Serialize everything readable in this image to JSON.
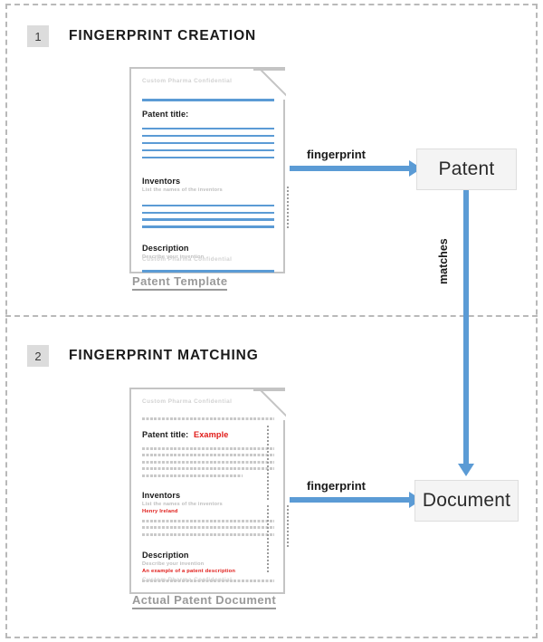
{
  "colors": {
    "accent_blue": "#5b9bd5",
    "red_highlight": "#e01b18",
    "caption_gray": "#9a9a9a",
    "badge_gray": "#dcdcdc",
    "frame_dash": "#b9b9b9",
    "box_fill": "#f4f4f4"
  },
  "sections": [
    {
      "number": "1",
      "title": "FINGERPRINT CREATION"
    },
    {
      "number": "2",
      "title": "FINGERPRINT MATCHING"
    }
  ],
  "template_doc": {
    "caption": "Patent Template",
    "watermark_top": "Custom Pharma Confidential",
    "watermark_bottom": "Custom Pharma Confidential",
    "title_heading": "Patent title:",
    "inventors_heading": "Inventors",
    "inventors_sub": "List the names of the inventors",
    "description_heading": "Description",
    "description_sub": "Describe your invention"
  },
  "actual_doc": {
    "caption": "Actual Patent Document",
    "watermark_top": "Custom Pharma Confidential",
    "watermark_bottom": "Custom Pharma Confidential",
    "title_heading": "Patent title:",
    "title_value": "Example",
    "inventors_heading": "Inventors",
    "inventors_sub": "List the names of the inventors",
    "inventors_value": "Henry Ireland",
    "description_heading": "Description",
    "description_sub": "Describe your invention",
    "description_value": "An example of a patent description"
  },
  "arrows": {
    "fingerprint_top": "fingerprint",
    "fingerprint_bottom": "fingerprint",
    "matches": "matches"
  },
  "results": {
    "patent": "Patent",
    "document": "Document"
  }
}
